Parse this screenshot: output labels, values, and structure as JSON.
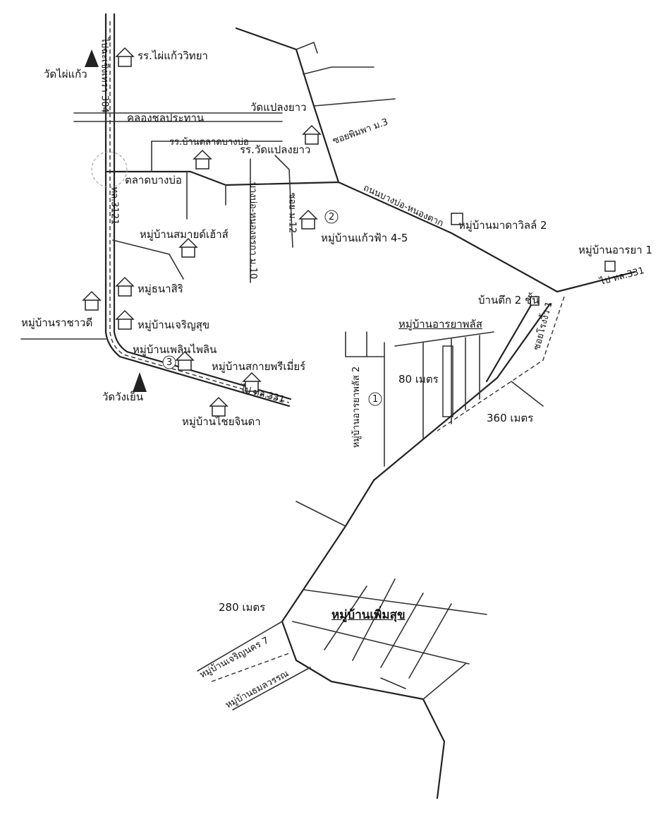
{
  "places": {
    "wat_phai_kaeo": "วัดไผ่แก้ว",
    "school_phai_kaeo": "รร.ไผ่แก้ววิทยา",
    "khlong_chon": "คลองชลประทาน",
    "school_talat": "รร.บ้านตลาดบางบ่อ",
    "talat_bangbo": "ตลาดบางบ่อ",
    "wat_plaeng_yao": "วัดแปลงยาว",
    "school_plaeng_yao": "รร.วัดแปลงยาว",
    "soi_phimpha": "ซอยพิมพา ม.3",
    "road_bangbo": "ถนนบางบ่อ-หนองตาก",
    "mu_mada": "หมู่บ้านมาดาวิลล์ 2",
    "mu_araya1": "หมู่บ้านอารยา 1",
    "to_331_east": "ไป ทล.331",
    "ban_tuek": "บ้านตึก 2 ชั้น",
    "mu_araya_plus": "หมู่บ้านอารยาพลัส",
    "dist_80": "80 เมตร",
    "dist_360": "360 เมตร",
    "dist_280": "280 เมตร",
    "soi_araya2": "หมู่บ้านอารยาพลัส 2",
    "road_bangbo_v": "บางบ่อ-หนองจรกา ม.10",
    "soi12": "ซอย ม.12",
    "mu_kaeo_fa": "หมู่บ้านแก้วฟ้า 4-5",
    "mu_smart": "หมู่บ้านสมายด์เฮ้าส์",
    "mu_thana": "หมู่ธนาสิริ",
    "mu_racha": "หมู่บ้านราชาวดี",
    "mu_charoen": "หมู่บ้านเจริญสุข",
    "mu_phloen": "หมู่บ้านเพลินไพลิน",
    "mu_sky": "หมู่บ้านสกายพรีเมี่ยร์",
    "wat_wang": "วัดวังเย็น",
    "to_331_west": "ไป ทล.331",
    "mu_chai": "หมู่บ้านไชยจินดา",
    "road_304": "ไปฉะเชิงเทรา 304",
    "road_3121": "ทล.3121",
    "mu_phoem": "หมู่บ้านเพิ่มสุข",
    "mu_charoen_nakhon": "หมู่บ้านเจริญนคร 7",
    "mu_thamma": "หมู่บ้านธมลวรรณ",
    "soi_charoen": "ซอยโรงงิ้ว 1"
  },
  "markers": {
    "m1": "1",
    "m2": "2",
    "m3": "3"
  }
}
